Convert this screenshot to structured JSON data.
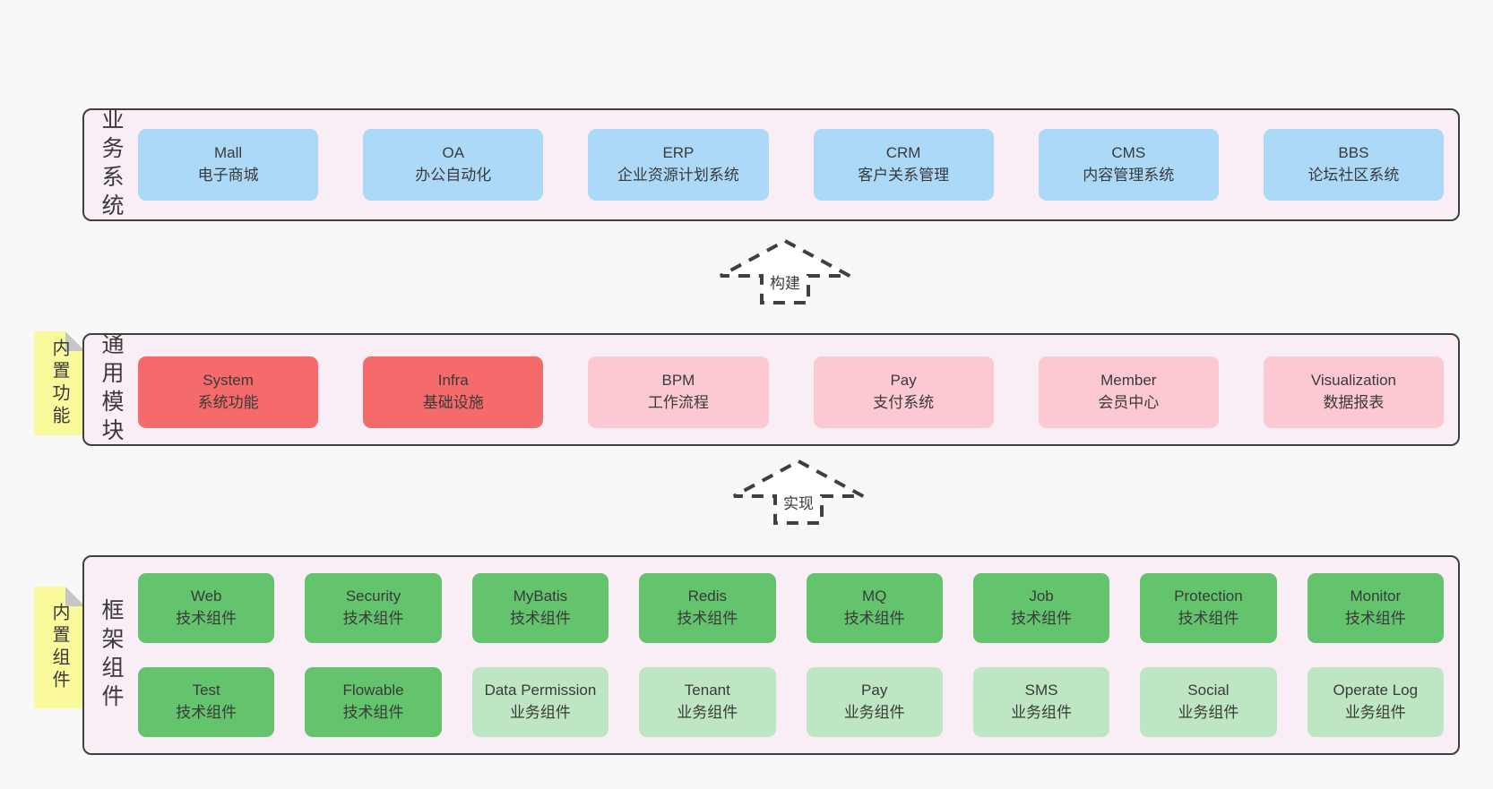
{
  "colors": {
    "page_bg": "#f8f8f8",
    "panel_bg": "#f9edf6",
    "panel_border": "#3f3f3f",
    "text": "#3a3a3a",
    "note_bg": "#fafa9d",
    "note_fold": "#c6c6c6",
    "arrow_fill": "#ffffff",
    "box": {
      "blue": "#abd9f7",
      "red": "#f56a6a",
      "pink": "#fcc9d3",
      "green": "#63c46d",
      "lightgreen": "#bee6c2"
    }
  },
  "panels": [
    {
      "id": "business-systems",
      "label": "业务系统",
      "note": null,
      "rows": [
        [
          {
            "name": "Mall",
            "desc": "电子商城",
            "color": "blue"
          },
          {
            "name": "OA",
            "desc": "办公自动化",
            "color": "blue"
          },
          {
            "name": "ERP",
            "desc": "企业资源计划系统",
            "color": "blue"
          },
          {
            "name": "CRM",
            "desc": "客户关系管理",
            "color": "blue"
          },
          {
            "name": "CMS",
            "desc": "内容管理系统",
            "color": "blue"
          },
          {
            "name": "BBS",
            "desc": "论坛社区系统",
            "color": "blue"
          }
        ]
      ]
    },
    {
      "id": "common-modules",
      "label": "通用模块",
      "note": "内置功能",
      "rows": [
        [
          {
            "name": "System",
            "desc": "系统功能",
            "color": "red"
          },
          {
            "name": "Infra",
            "desc": "基础设施",
            "color": "red"
          },
          {
            "name": "BPM",
            "desc": "工作流程",
            "color": "pink"
          },
          {
            "name": "Pay",
            "desc": "支付系统",
            "color": "pink"
          },
          {
            "name": "Member",
            "desc": "会员中心",
            "color": "pink"
          },
          {
            "name": "Visualization",
            "desc": "数据报表",
            "color": "pink"
          }
        ]
      ]
    },
    {
      "id": "framework-components",
      "label": "框架组件",
      "note": "内置组件",
      "rows": [
        [
          {
            "name": "Web",
            "desc": "技术组件",
            "color": "green"
          },
          {
            "name": "Security",
            "desc": "技术组件",
            "color": "green"
          },
          {
            "name": "MyBatis",
            "desc": "技术组件",
            "color": "green"
          },
          {
            "name": "Redis",
            "desc": "技术组件",
            "color": "green"
          },
          {
            "name": "MQ",
            "desc": "技术组件",
            "color": "green"
          },
          {
            "name": "Job",
            "desc": "技术组件",
            "color": "green"
          },
          {
            "name": "Protection",
            "desc": "技术组件",
            "color": "green"
          },
          {
            "name": "Monitor",
            "desc": "技术组件",
            "color": "green"
          }
        ],
        [
          {
            "name": "Test",
            "desc": "技术组件",
            "color": "green"
          },
          {
            "name": "Flowable",
            "desc": "技术组件",
            "color": "green"
          },
          {
            "name": "Data Permission",
            "desc": "业务组件",
            "color": "lightgreen"
          },
          {
            "name": "Tenant",
            "desc": "业务组件",
            "color": "lightgreen"
          },
          {
            "name": "Pay",
            "desc": "业务组件",
            "color": "lightgreen"
          },
          {
            "name": "SMS",
            "desc": "业务组件",
            "color": "lightgreen"
          },
          {
            "name": "Social",
            "desc": "业务组件",
            "color": "lightgreen"
          },
          {
            "name": "Operate Log",
            "desc": "业务组件",
            "color": "lightgreen"
          }
        ]
      ]
    }
  ],
  "arrows": [
    {
      "label": "构建"
    },
    {
      "label": "实现"
    }
  ]
}
